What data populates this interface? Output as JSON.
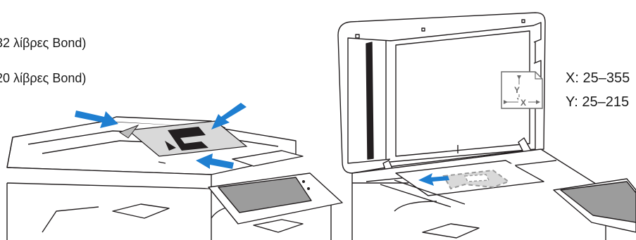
{
  "left_panel": {
    "paper_weight_line_1": "32 λίβρες Bond)",
    "paper_weight_line_2": "20 λίβρες Bond)"
  },
  "right_panel": {
    "size_x": "X: 25–355",
    "size_y": "Y: 25–215",
    "axis_y_label": "Y",
    "axis_x_label": "X"
  },
  "colors": {
    "arrow": "#1f7fd1",
    "line": "#231f20",
    "paper_gray": "#d9d9d9",
    "dashed_doc": "#9a9a9a"
  }
}
